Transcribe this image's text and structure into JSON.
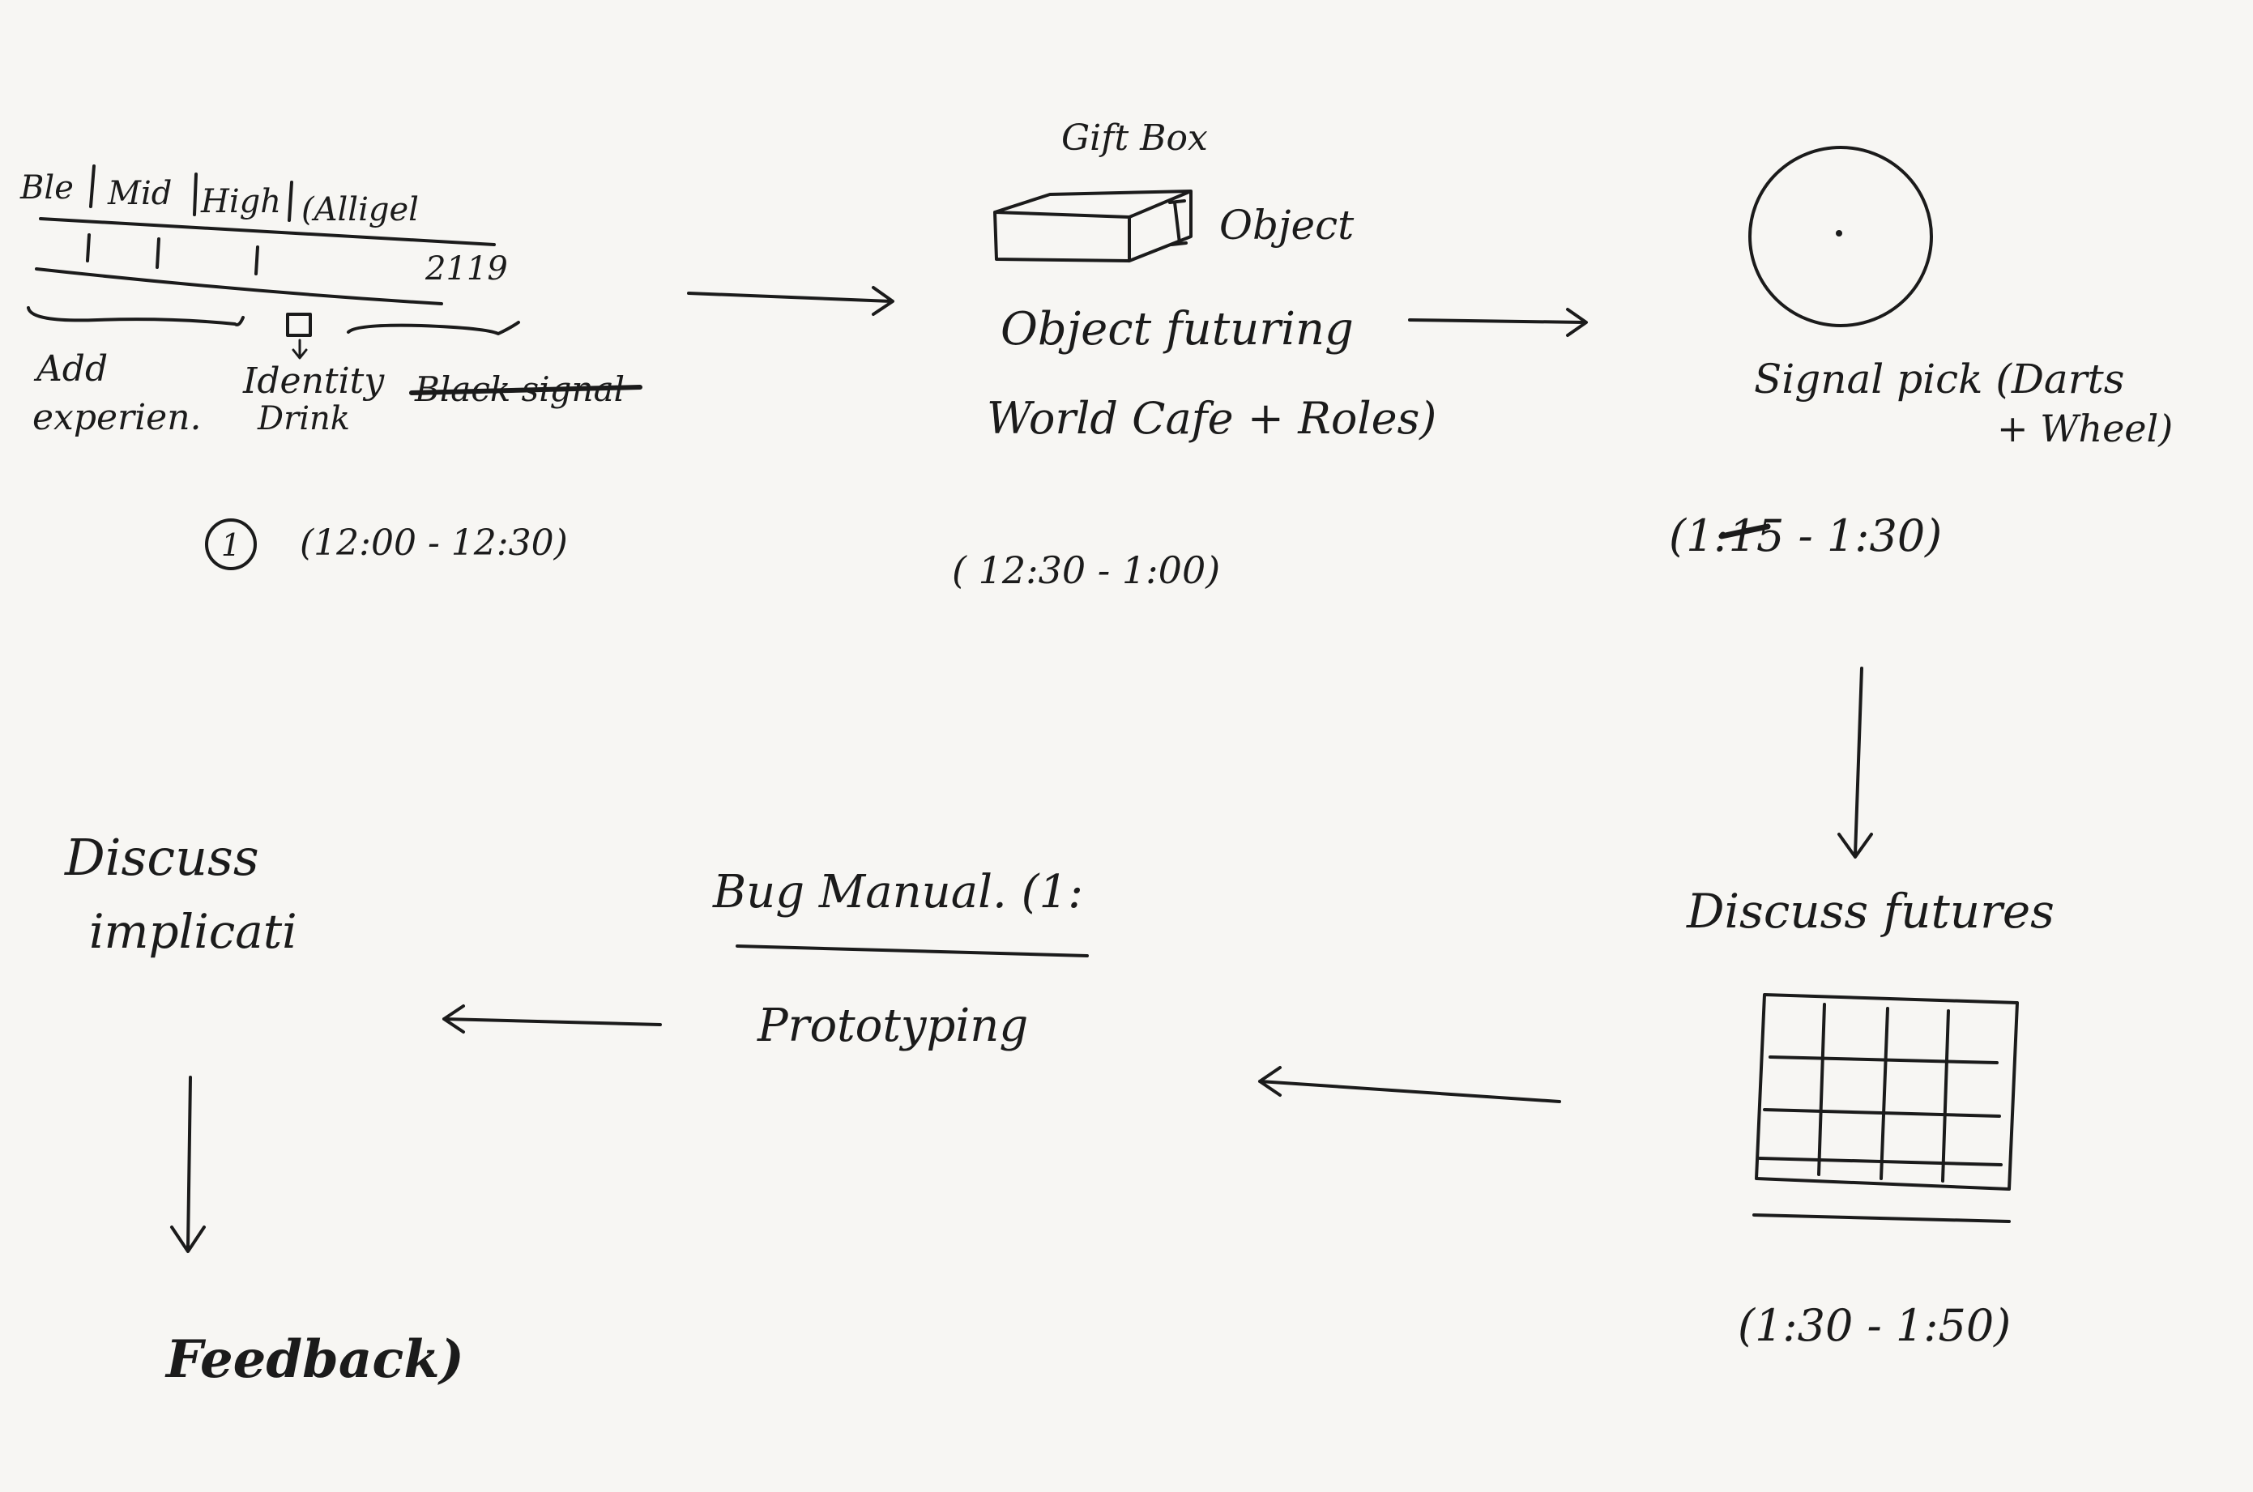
{
  "step1": {
    "scale_labels": [
      "Ble",
      "Mid",
      "High",
      "(Alligel"
    ],
    "scale_end": "2119",
    "label_add": "Add",
    "label_experience": "experien.",
    "label_identity": "Identity",
    "label_drink": "Drink",
    "struck_text": "Black signal",
    "number": "1",
    "time": "(12:00 - 12:30)"
  },
  "step2": {
    "gift_box": "Gift Box",
    "object": "Object",
    "line1": "Object futuring",
    "line2": "World Cafe + Roles)",
    "time": "( 12:30 - 1:00)"
  },
  "step3": {
    "line1": "Signal pick (Darts",
    "line2": "+ Wheel)",
    "time_prefix": "(1:",
    "time_struck": "15",
    "time_suffix": " - 1:30)"
  },
  "step4": {
    "label": "Discuss futures",
    "time": "(1:30 - 1:50)"
  },
  "step5": {
    "line1": "Bug Manual. (1:",
    "line2": "Prototyping"
  },
  "step6": {
    "line1": "Discuss",
    "line2": "implicati",
    "feedback": "Feedback)"
  },
  "colors": {
    "paper": "#f7f6f3",
    "ink": "#1b1b1b"
  }
}
